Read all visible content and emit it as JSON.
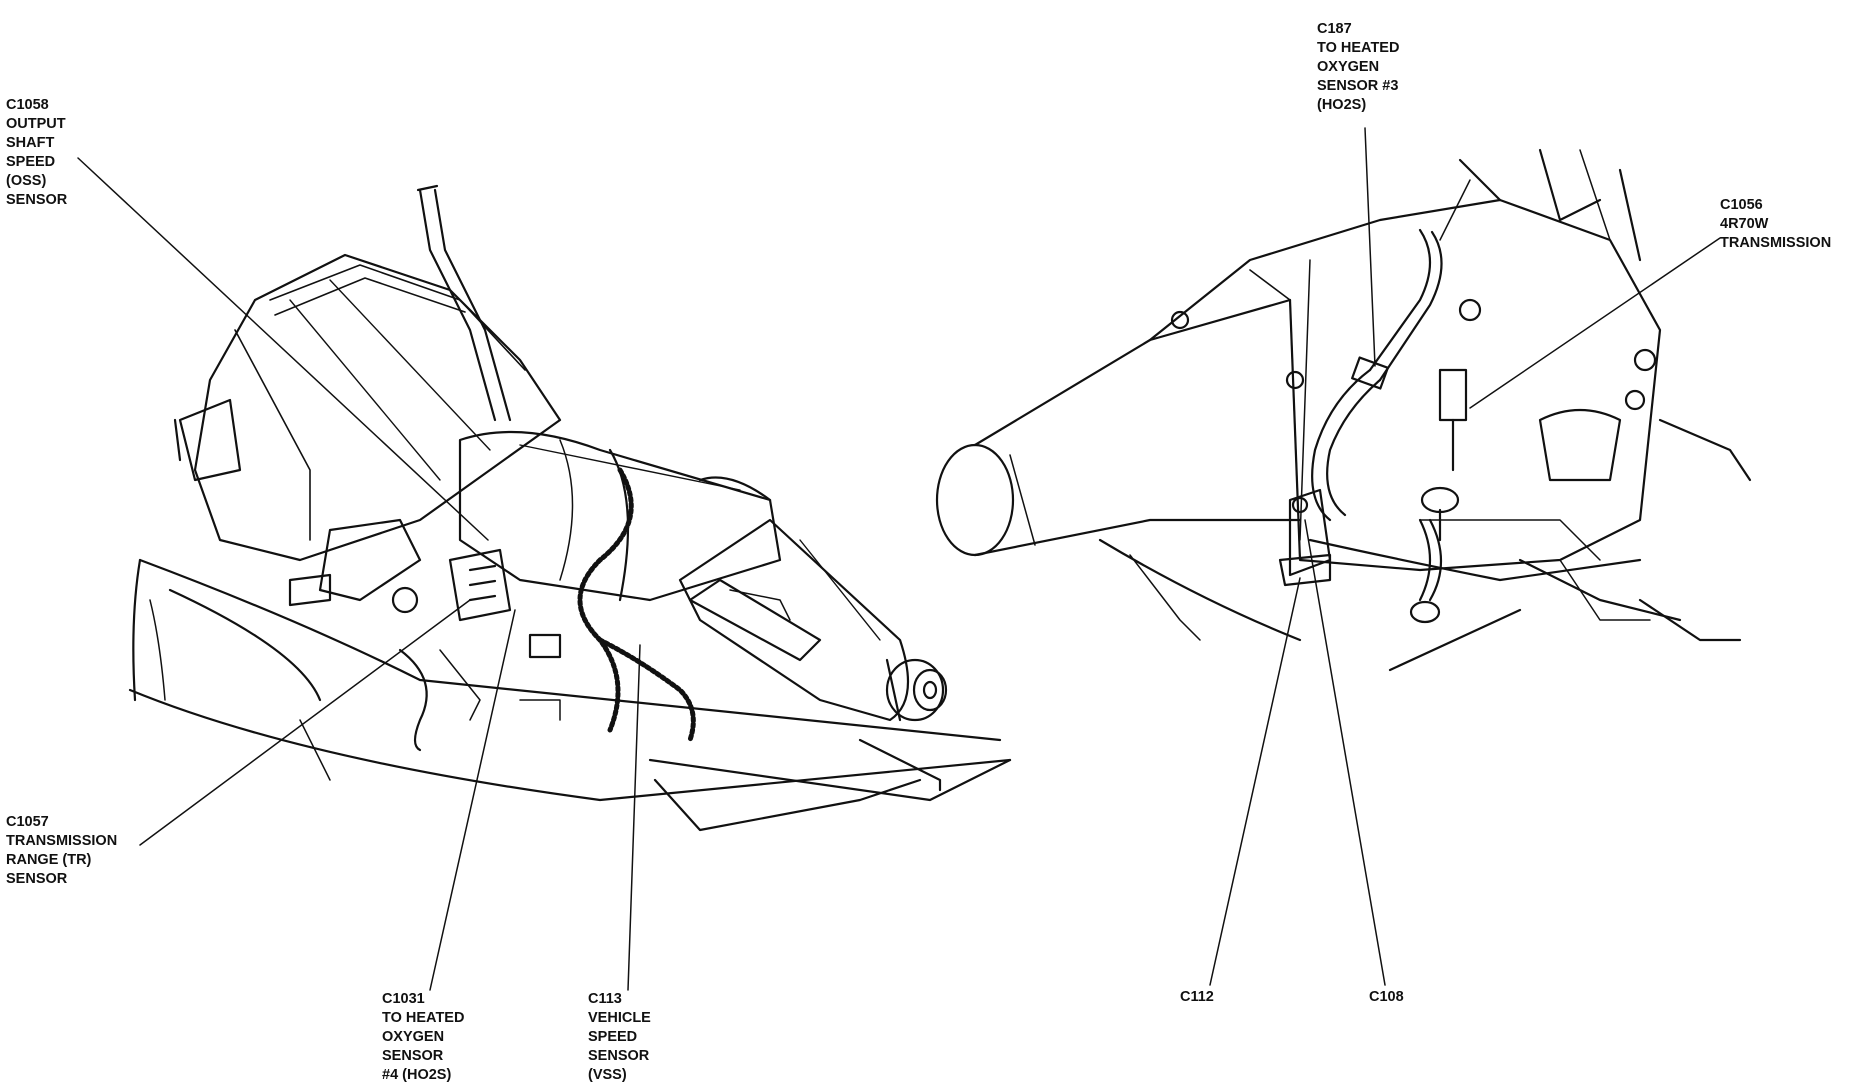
{
  "callouts": {
    "c1058": {
      "lines": [
        "C1058",
        "OUTPUT",
        "SHAFT",
        "SPEED",
        "(OSS)",
        "SENSOR"
      ]
    },
    "c1057": {
      "lines": [
        "C1057",
        "TRANSMISSION",
        "RANGE (TR)",
        "SENSOR"
      ]
    },
    "c1031": {
      "lines": [
        "C1031",
        "TO HEATED",
        "OXYGEN",
        "SENSOR",
        "#4 (HO2S)"
      ]
    },
    "c113": {
      "lines": [
        "C113",
        "VEHICLE",
        "SPEED",
        "SENSOR",
        "(VSS)"
      ]
    },
    "c187": {
      "lines": [
        "C187",
        "TO HEATED",
        "OXYGEN",
        "SENSOR #3",
        "(HO2S)"
      ]
    },
    "c1056": {
      "lines": [
        "C1056",
        "4R70W",
        "TRANSMISSION"
      ]
    },
    "c112": {
      "lines": [
        "C112"
      ]
    },
    "c108": {
      "lines": [
        "C108"
      ]
    }
  },
  "colors": {
    "ink": "#111111",
    "paper": "#ffffff"
  }
}
